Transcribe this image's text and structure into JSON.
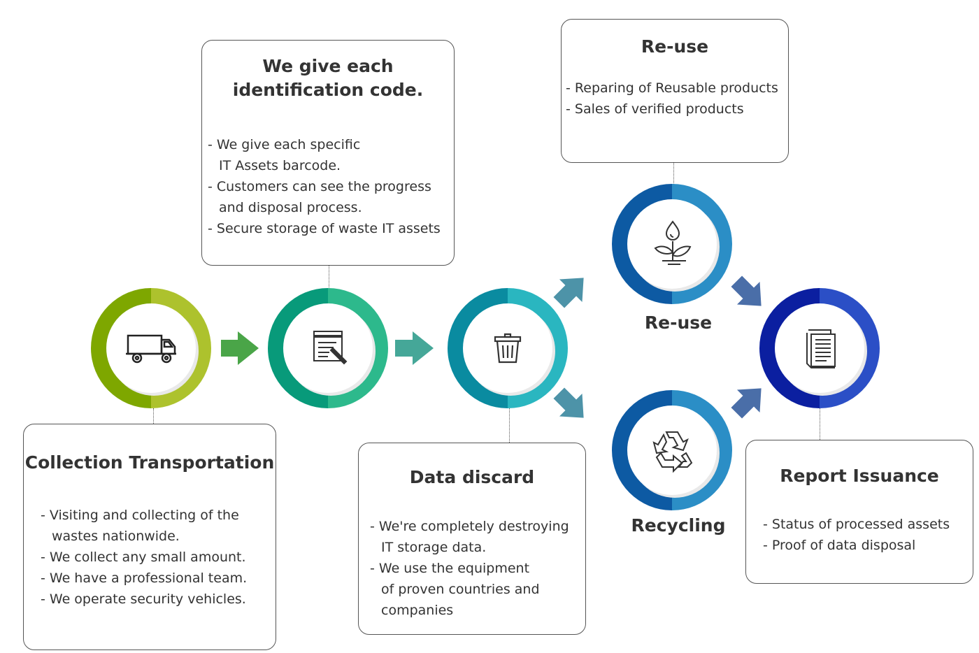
{
  "colors": {
    "collection": [
      "#7ea700",
      "#adc22d"
    ],
    "identify": [
      "#089a7a",
      "#2db98c"
    ],
    "discard": [
      "#0a8ba0",
      "#2ab6c0"
    ],
    "reuse": [
      "#0d5aa3",
      "#2b8ec6"
    ],
    "recycling": [
      "#0d5aa3",
      "#2b8ec6"
    ],
    "report": [
      "#0b1fa0",
      "#2b4fc6"
    ],
    "arrow_green": "#4aa548",
    "arrow_teal": "#45a798",
    "arrow_steel": "#4d93a8",
    "arrow_navy": "#4a6ea8"
  },
  "nodes": {
    "collection": {
      "icon": "truck-icon"
    },
    "identify": {
      "icon": "barcode-form-icon"
    },
    "discard": {
      "icon": "trash-can-icon"
    },
    "reuse": {
      "icon": "plant-water-icon",
      "label": "Re-use"
    },
    "recycling": {
      "icon": "recycle-icon",
      "label": "Recycling"
    },
    "report": {
      "icon": "document-icon"
    }
  },
  "boxes": {
    "identify": {
      "title": "We give each\nidentification code.",
      "items": [
        "We give each specific\nIT Assets barcode.",
        "Customers can see the progress\nand disposal process.",
        "Secure storage of waste IT assets"
      ]
    },
    "reuse": {
      "title": "Re-use",
      "items": [
        "Reparing of Reusable products",
        "Sales of verified products"
      ]
    },
    "collection": {
      "title": "Collection Transportation",
      "items": [
        "Visiting and collecting of the\nwastes nationwide.",
        "We collect any small amount.",
        "We have a professional team.",
        "We operate security vehicles."
      ]
    },
    "discard": {
      "title": "Data discard",
      "items": [
        "We're completely destroying\nIT storage data.",
        "We use the equipment\nof proven countries and\ncompanies"
      ]
    },
    "report": {
      "title": "Report Issuance",
      "items": [
        "Status of processed assets",
        "Proof of data disposal"
      ]
    }
  }
}
